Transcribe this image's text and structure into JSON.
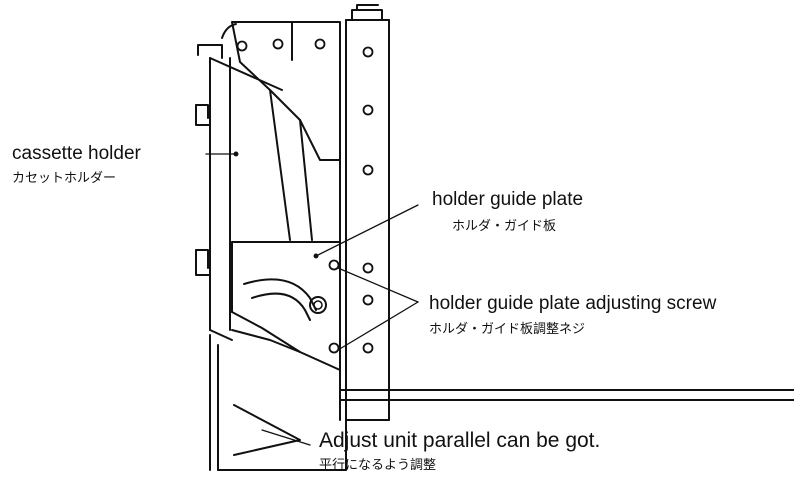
{
  "labels": {
    "cassette_holder": {
      "en": "cassette holder",
      "jp": "カセットホルダー"
    },
    "holder_guide_plate": {
      "en": "holder guide plate",
      "jp": "ホルダ・ガイド板"
    },
    "adjusting_screw": {
      "en": "holder guide plate adjusting screw",
      "jp": "ホルダ・ガイド板調整ネジ"
    },
    "adjust_parallel": {
      "en": "Adjust unit parallel can be got.",
      "jp": "平行になるよう調整"
    }
  }
}
